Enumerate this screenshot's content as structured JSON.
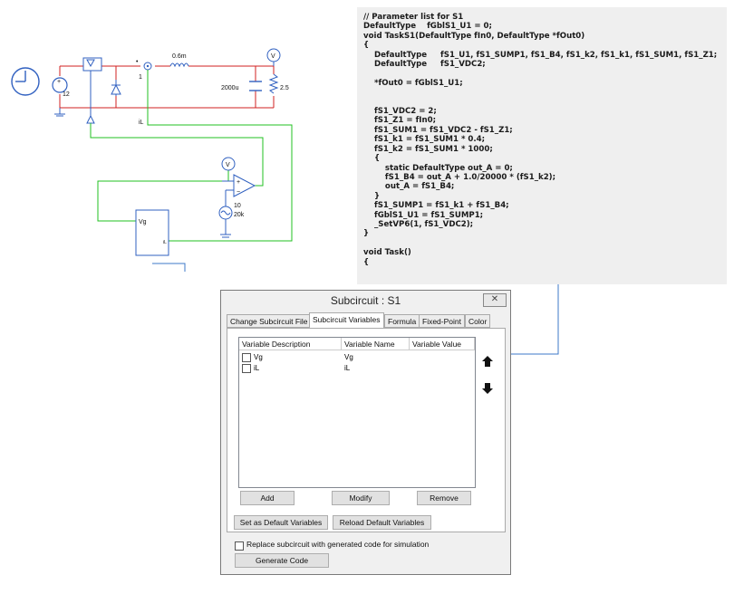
{
  "circuit": {
    "dc_source": "12",
    "inductor": "0.6m",
    "capacitor": "2000u",
    "resistor": "2.5",
    "node_label": "1",
    "current_label": "iL",
    "sine_amplitude": "10",
    "sine_freq": "20k",
    "voltmeter": "V",
    "subcircuit_port_vg": "Vg",
    "subcircuit_port_il": "iL"
  },
  "code": {
    "lines": [
      "// Parameter list for S1",
      "DefaultType    fGblS1_U1 = 0;",
      "void TaskS1(DefaultType fIn0, DefaultType *fOut0)",
      "{",
      "    DefaultType     fS1_U1, fS1_SUMP1, fS1_B4, fS1_k2, fS1_k1, fS1_SUM1, fS1_Z1;",
      "    DefaultType     fS1_VDC2;",
      "",
      "    *fOut0 = fGblS1_U1;",
      "",
      "",
      "    fS1_VDC2 = 2;",
      "    fS1_Z1 = fIn0;",
      "    fS1_SUM1 = fS1_VDC2 - fS1_Z1;",
      "    fS1_k1 = fS1_SUM1 * 0.4;",
      "    fS1_k2 = fS1_SUM1 * 1000;",
      "    {",
      "        static DefaultType out_A = 0;",
      "        fS1_B4 = out_A + 1.0/20000 * (fS1_k2);",
      "        out_A = fS1_B4;",
      "    }",
      "    fS1_SUMP1 = fS1_k1 + fS1_B4;",
      "    fGblS1_U1 = fS1_SUMP1;",
      "    _SetVP6(1, fS1_VDC2);",
      "}",
      "",
      "void Task()",
      "{"
    ]
  },
  "dialog": {
    "title": "Subcircuit : S1",
    "close": "✕",
    "tabs": [
      "Change Subcircuit File",
      "Subcircuit Variables",
      "Formula",
      "Fixed-Point",
      "Color"
    ],
    "columns": [
      "Variable Description",
      "Variable Name",
      "Variable Value"
    ],
    "rows": [
      {
        "description": "Vg",
        "name": "Vg",
        "value": ""
      },
      {
        "description": "iL",
        "name": "iL",
        "value": ""
      }
    ],
    "buttons": {
      "add": "Add",
      "modify": "Modify",
      "remove": "Remove",
      "set_default": "Set as Default Variables",
      "reload_default": "Reload Default Variables",
      "generate": "Generate Code"
    },
    "replace_label": "Replace subcircuit with generated code for simulation",
    "up_icon": "arrow-up-icon",
    "down_icon": "arrow-down-icon"
  },
  "colors": {
    "power_wire": "#d02020",
    "control_wire": "#20c020",
    "component": "#3060c0",
    "arrow": "#3c78c8"
  }
}
